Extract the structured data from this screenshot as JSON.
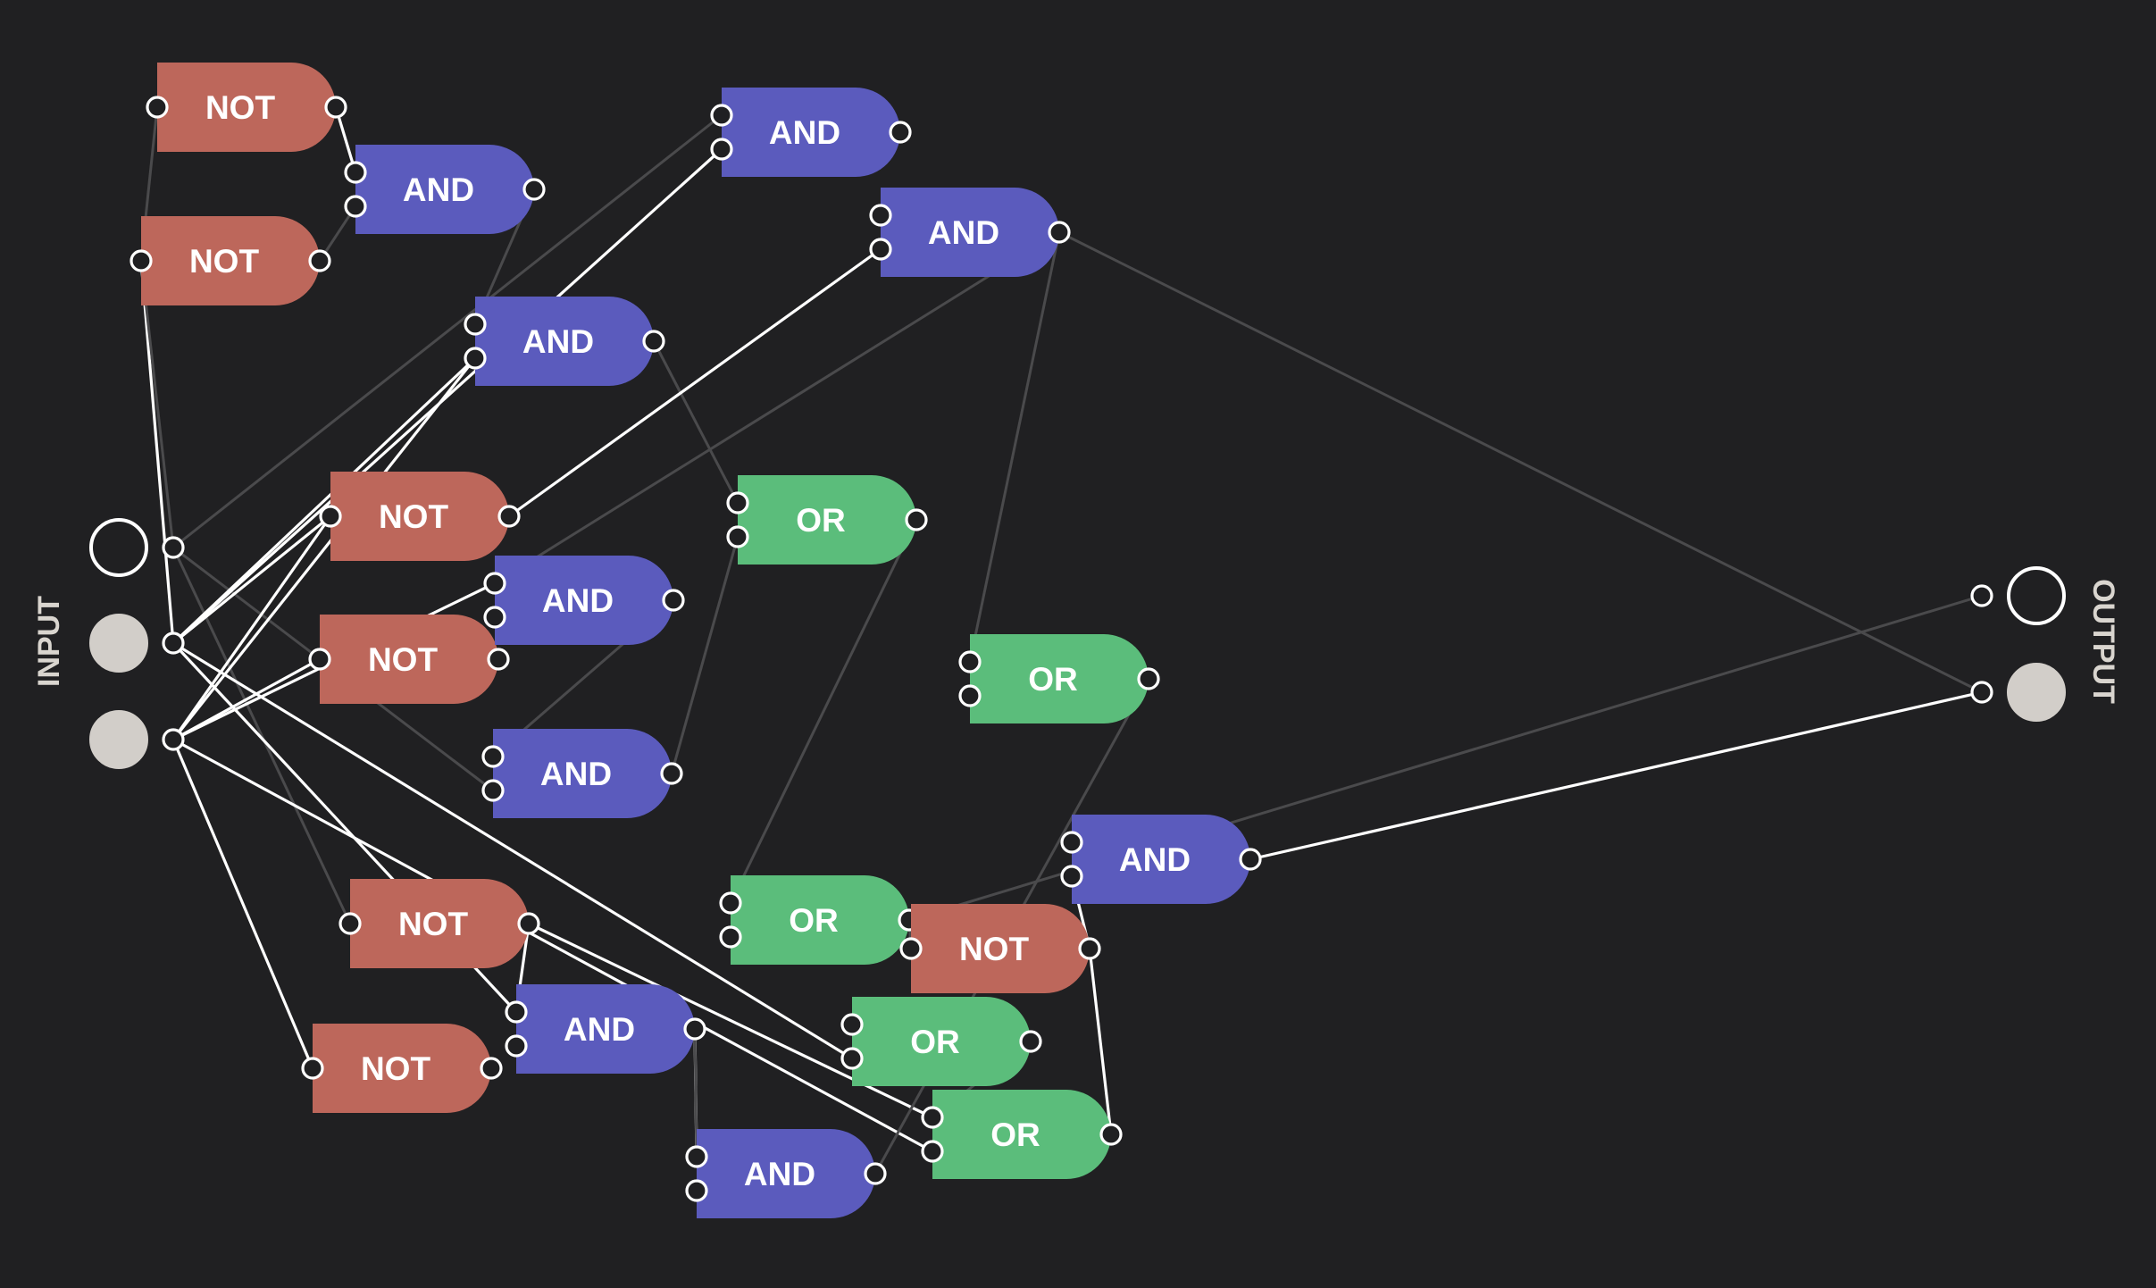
{
  "labels": {
    "input": "INPUT",
    "output": "OUTPUT"
  },
  "colors": {
    "background": "#202022",
    "not": "#bd675b",
    "and": "#5b5bbd",
    "or": "#5bbd7b",
    "wire_active": "#ffffff",
    "wire_idle": "#4a4a4c",
    "pin_fill": "#202022",
    "pin_stroke": "#ffffff",
    "node_on": "#d2cec9"
  },
  "inputs": [
    {
      "id": "in0",
      "state": "off"
    },
    {
      "id": "in1",
      "state": "on"
    },
    {
      "id": "in2",
      "state": "on"
    }
  ],
  "outputs": [
    {
      "id": "out0",
      "state": "off"
    },
    {
      "id": "out1",
      "state": "on"
    }
  ],
  "gates": [
    {
      "id": "n1",
      "type": "NOT",
      "label": "NOT"
    },
    {
      "id": "n2",
      "type": "NOT",
      "label": "NOT"
    },
    {
      "id": "a1",
      "type": "AND",
      "label": "AND"
    },
    {
      "id": "a2",
      "type": "AND",
      "label": "AND"
    },
    {
      "id": "a3",
      "type": "AND",
      "label": "AND"
    },
    {
      "id": "a4",
      "type": "AND",
      "label": "AND"
    },
    {
      "id": "n3",
      "type": "NOT",
      "label": "NOT"
    },
    {
      "id": "n4",
      "type": "NOT",
      "label": "NOT"
    },
    {
      "id": "a5",
      "type": "AND",
      "label": "AND"
    },
    {
      "id": "a6",
      "type": "AND",
      "label": "AND"
    },
    {
      "id": "o1",
      "type": "OR",
      "label": "OR"
    },
    {
      "id": "o2",
      "type": "OR",
      "label": "OR"
    },
    {
      "id": "a7",
      "type": "AND",
      "label": "AND"
    },
    {
      "id": "n5",
      "type": "NOT",
      "label": "NOT"
    },
    {
      "id": "o3",
      "type": "OR",
      "label": "OR"
    },
    {
      "id": "n6",
      "type": "NOT",
      "label": "NOT"
    },
    {
      "id": "a8",
      "type": "AND",
      "label": "AND"
    },
    {
      "id": "o4",
      "type": "OR",
      "label": "OR"
    },
    {
      "id": "o5",
      "type": "OR",
      "label": "OR"
    },
    {
      "id": "n7",
      "type": "NOT",
      "label": "NOT"
    },
    {
      "id": "a9",
      "type": "AND",
      "label": "AND"
    }
  ],
  "wires": [
    {
      "from": "n1.out",
      "to": "a1.in0",
      "active": true
    },
    {
      "from": "n2.out",
      "to": "a1.in1",
      "active": false
    },
    {
      "from": "n1.in",
      "to": "n2.in",
      "active": false
    },
    {
      "from": "n2.in",
      "to": "in1",
      "active": true
    },
    {
      "from": "n2.in",
      "to": "in0",
      "active": false
    },
    {
      "from": "in0",
      "to": "a2.in0",
      "active": false
    },
    {
      "from": "in0",
      "to": "n5.in",
      "active": false
    },
    {
      "from": "in0",
      "to": "a6.in1",
      "active": false
    },
    {
      "from": "in1",
      "to": "a3.in1",
      "active": true
    },
    {
      "from": "in1",
      "to": "a2.in1",
      "active": true
    },
    {
      "from": "in1",
      "to": "n3.in",
      "active": true
    },
    {
      "from": "in1",
      "to": "a8.in0",
      "active": true
    },
    {
      "from": "in1",
      "to": "o4.in1",
      "active": true
    },
    {
      "from": "in2",
      "to": "a3.in1",
      "active": true
    },
    {
      "from": "in2",
      "to": "n3.in",
      "active": true
    },
    {
      "from": "in2",
      "to": "n4.in",
      "active": true
    },
    {
      "from": "in2",
      "to": "a5.in0",
      "active": true
    },
    {
      "from": "in2",
      "to": "n6.in",
      "active": true
    },
    {
      "from": "in2",
      "to": "o5.in1",
      "active": true
    },
    {
      "from": "a1.out",
      "to": "a3.in0",
      "active": false
    },
    {
      "from": "a3.out",
      "to": "o1.in0",
      "active": false
    },
    {
      "from": "n3.out",
      "to": "a4.in1",
      "active": true
    },
    {
      "from": "a4.out",
      "to": "o2.in0",
      "active": false
    },
    {
      "from": "a5.out",
      "to": "a6.in0",
      "active": false
    },
    {
      "from": "a6.out",
      "to": "o1.in1",
      "active": false
    },
    {
      "from": "o1.out",
      "to": "o3.in0",
      "active": false
    },
    {
      "from": "a4.out",
      "to": "a5.in0",
      "active": false
    },
    {
      "from": "o3.out",
      "to": "out0",
      "active": false
    },
    {
      "from": "a4.out",
      "to": "out1",
      "active": false
    },
    {
      "from": "a7.out",
      "to": "out1",
      "active": true
    },
    {
      "from": "n5.out",
      "to": "a8.in0",
      "active": true
    },
    {
      "from": "a8.out",
      "to": "a9.in0",
      "active": true
    },
    {
      "from": "n5.out",
      "to": "o5.in0",
      "active": true
    },
    {
      "from": "n7.out",
      "to": "o5.out",
      "active": true
    },
    {
      "from": "a7.in1",
      "to": "n7.out",
      "active": true
    },
    {
      "from": "o3.in1",
      "to": "n7.in",
      "active": false
    },
    {
      "from": "o3.out",
      "to": "n7.in",
      "active": false
    },
    {
      "from": "a8.out",
      "to": "a9.in0",
      "active": false
    },
    {
      "from": "o2.out",
      "to": "a9.out",
      "active": false
    },
    {
      "from": "o4.out",
      "to": "o5.in0",
      "active": false
    }
  ]
}
